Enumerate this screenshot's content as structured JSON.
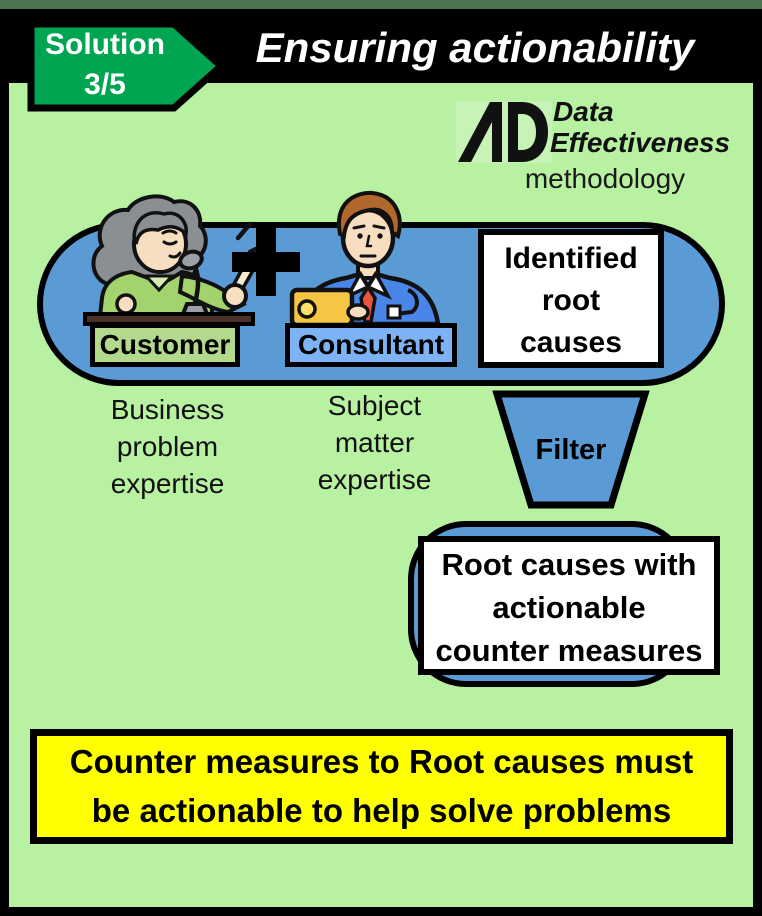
{
  "badge": {
    "line1": "Solution",
    "line2": "3/5"
  },
  "title": "Ensuring actionability",
  "logo": {
    "monogram": "AD",
    "word1": "Data",
    "word2": "Effectiveness",
    "word3": "methodology"
  },
  "team": {
    "customer": {
      "label": "Customer",
      "note_lines": [
        "Business",
        "problem",
        "expertise"
      ]
    },
    "plus_sign": "+",
    "consultant": {
      "label": "Consultant",
      "note_lines": [
        "Subject",
        "matter",
        "expertise"
      ]
    }
  },
  "flow": {
    "identified_lines": [
      "Identified",
      "root",
      "causes"
    ],
    "filter_label": "Filter",
    "result_lines": [
      "Root causes with",
      "actionable",
      "counter measures"
    ]
  },
  "callout_lines": [
    "Counter measures to Root causes must",
    "be actionable to help solve problems"
  ],
  "icons": {
    "plus": "plus-icon",
    "microphone": "microphone-icon",
    "laptop": "laptop-icon",
    "monogram": "ad-logo-icon"
  },
  "colors": {
    "bg_green": "#B8F1A2",
    "edge_green": "#4A7452",
    "logo_green": "#C7F4B6",
    "pill_blue": "#5B9BD5",
    "label_green": "#B3DA8C",
    "label_blue": "#7DB3F5",
    "arrow_green": "#00A551",
    "highlight_yellow": "#FFFF00",
    "jacket_blue": "#4A86E8",
    "tie_orange": "#E8543F",
    "laptop_yellow": "#F6C544",
    "sweater_green": "#A3D36C",
    "skin": "#F8DEC0",
    "hair_gray": "#8A8F93",
    "hair_brown": "#B2672C",
    "desk_brown": "#4A3228",
    "mic_gray": "#9AA0A6",
    "header_black": "#000000"
  }
}
